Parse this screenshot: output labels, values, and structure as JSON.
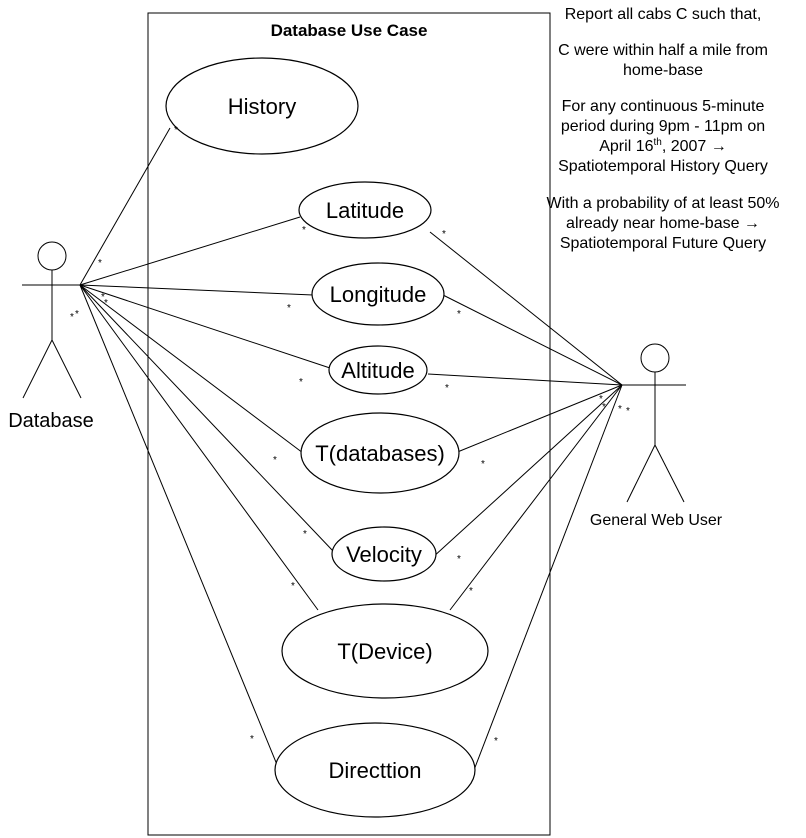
{
  "system_title": "Database Use Case",
  "actors": {
    "database": "Database",
    "web_user": "General Web User"
  },
  "use_cases": {
    "history": "History",
    "latitude": "Latitude",
    "longitude": "Longitude",
    "altitude": "Altitude",
    "t_databases": "T(databases)",
    "velocity": "Velocity",
    "t_device": "T(Device)",
    "direction": "Directtion"
  },
  "multiplicity": "*",
  "notes": {
    "line1": "Report all cabs C such that,",
    "line2": "C were within half a mile from",
    "line3": "home-base",
    "line4": "For any continuous 5-minute",
    "line5": "period during 9pm - 11pm on",
    "line6_a": "April 16",
    "line6_sup": "th",
    "line6_b": ", 2007 →",
    "line7": "Spatiotemporal History Query",
    "line8": "With a probability of at least 50%",
    "line9": "already near home-base →",
    "line10": "Spatiotemporal Future Query"
  }
}
